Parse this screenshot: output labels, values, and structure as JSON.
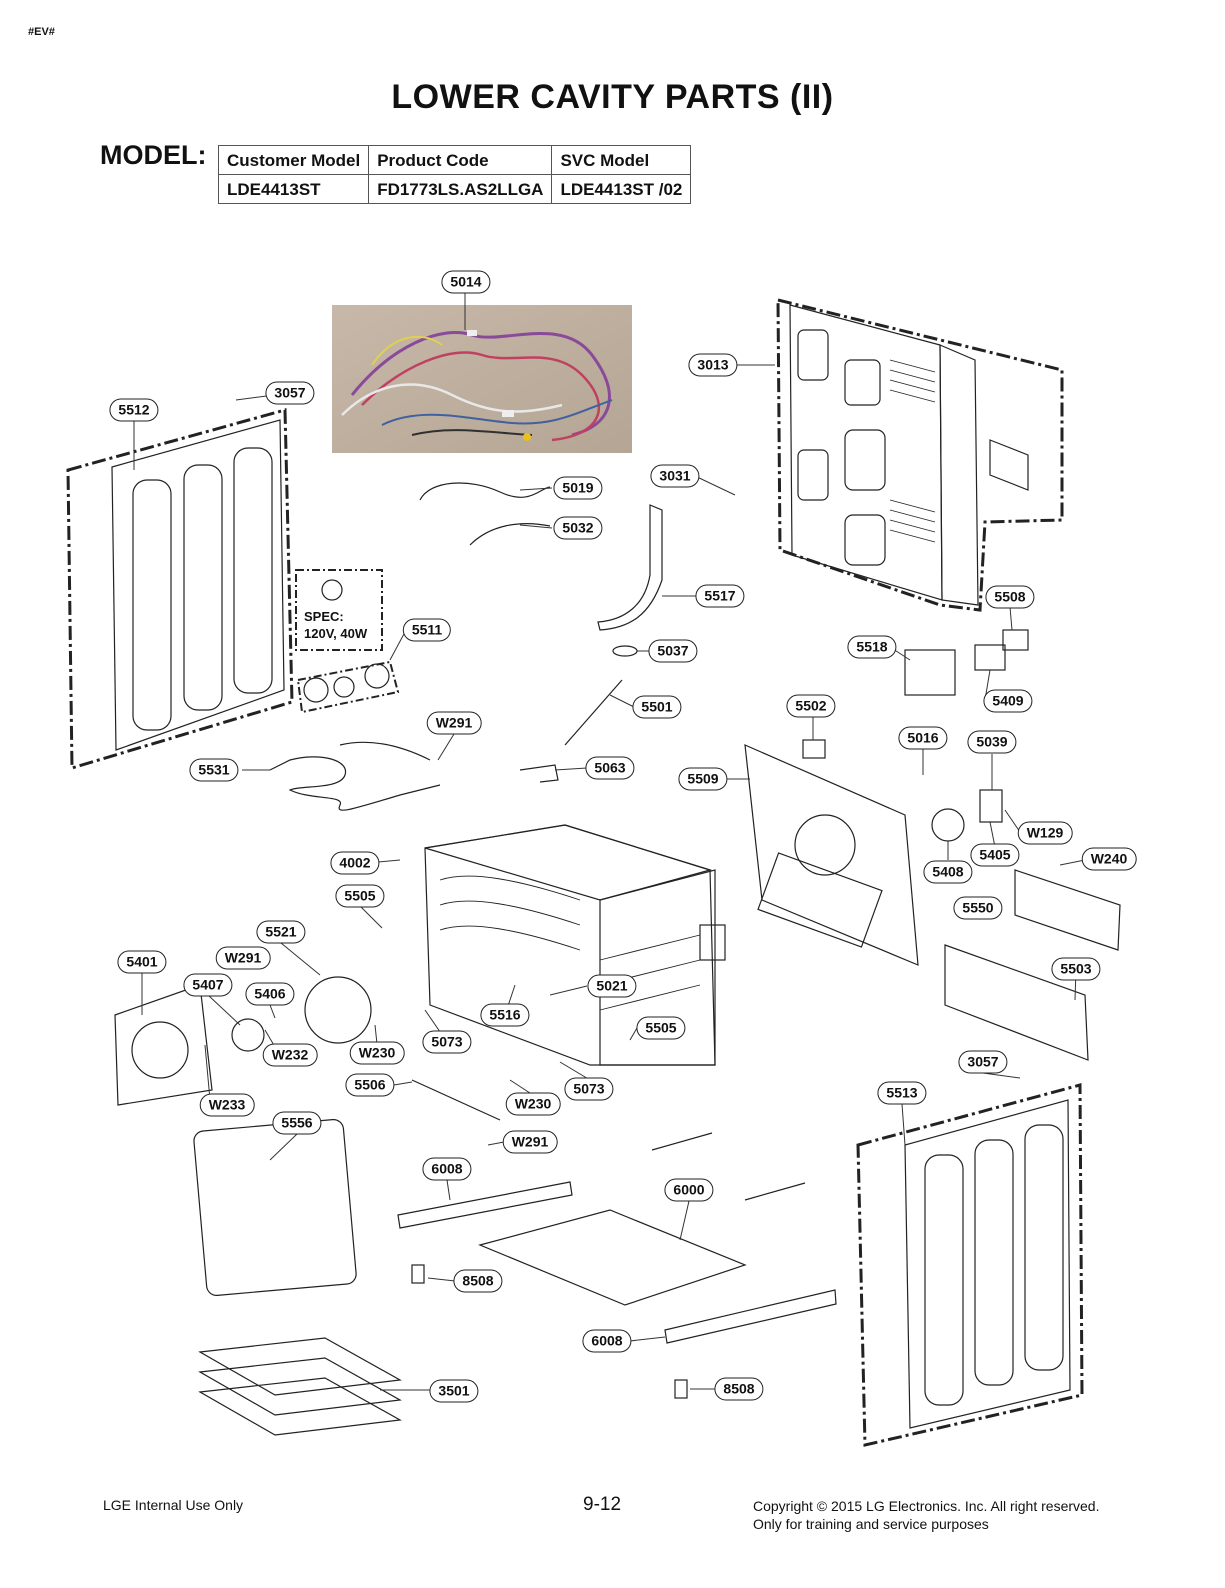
{
  "header": {
    "tag": "#EV#",
    "title": "LOWER CAVITY PARTS (II)"
  },
  "model": {
    "label": "MODEL:",
    "headers": [
      "Customer Model",
      "Product Code",
      "SVC Model"
    ],
    "values": [
      "LDE4413ST",
      "FD1773LS.AS2LLGA",
      "LDE4413ST /02"
    ]
  },
  "spec": {
    "line1": "SPEC:",
    "line2": "120V, 40W"
  },
  "callouts": {
    "c5014": "5014",
    "c3013": "3013",
    "c3057a": "3057",
    "c5512": "5512",
    "c5019": "5019",
    "c3031": "3031",
    "c5032": "5032",
    "c5517": "5517",
    "c5508": "5508",
    "c5511": "5511",
    "c5037": "5037",
    "c5518": "5518",
    "c5409": "5409",
    "c5501": "5501",
    "c5502": "5502",
    "c5531": "5531",
    "cW291a": "W291",
    "c5063": "5063",
    "c5509": "5509",
    "c5016": "5016",
    "c5039": "5039",
    "cW129": "W129",
    "c5405": "5405",
    "c4002": "4002",
    "c5408": "5408",
    "cW240": "W240",
    "c5505a": "5505",
    "c5550": "5550",
    "c5521": "5521",
    "c5401": "5401",
    "cW291b": "W291",
    "c5503": "5503",
    "c5407": "5407",
    "c5406": "5406",
    "c5021": "5021",
    "c5516": "5516",
    "c5505b": "5505",
    "cW232": "W232",
    "cW230a": "W230",
    "c5073a": "5073",
    "c3057b": "3057",
    "c5506": "5506",
    "c5073b": "5073",
    "c5513": "5513",
    "cW233": "W233",
    "cW230b": "W230",
    "c5556": "5556",
    "cW291c": "W291",
    "c6008a": "6008",
    "c6000": "6000",
    "c8508a": "8508",
    "c6008b": "6008",
    "c3501": "3501",
    "c8508b": "8508"
  },
  "footer": {
    "left": "LGE Internal Use Only",
    "page": "9-12",
    "right_line1": "Copyright © 2015 LG Electronics. Inc. All right reserved.",
    "right_line2": "Only for training and service purposes"
  }
}
